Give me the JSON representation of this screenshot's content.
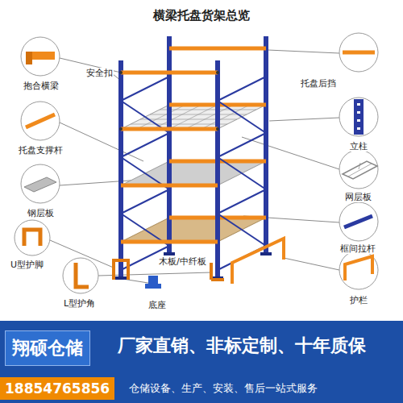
{
  "diagram": {
    "title": "横梁托盘货架总览",
    "nodes": [
      {
        "text": [
          "翔硕仓储",
          "厂家直销、非标定制、十年质保",
          "18854765856",
          "仓储设备、生产、安装、售后一站式服务"
        ]
      }
    ],
    "labels": [
      "安全扣",
      "托盘后挡",
      "抱合横梁",
      "立柱",
      "托盘支撑杆",
      "网层板",
      "钢层板",
      "框间拉杆",
      "木板/中纤板",
      "U型护脚",
      "底座",
      "护栏",
      "L型护角"
    ]
  }
}
